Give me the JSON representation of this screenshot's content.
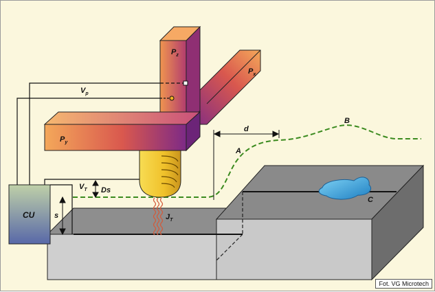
{
  "labels": {
    "pz": "P",
    "pz_sub": "z",
    "px": "P",
    "px_sub": "x",
    "py": "P",
    "py_sub": "y",
    "vp": "V",
    "vp_sub": "p",
    "vt": "V",
    "vt_sub": "T",
    "ds": "Ds",
    "s": "s",
    "jt": "J",
    "jt_sub": "T",
    "cu": "CU",
    "d": "d",
    "a": "A",
    "b": "B",
    "c": "C"
  },
  "credit": "Fot. VG Microtech",
  "colors": {
    "background": "#fbf7dd",
    "arm_light": "#f4a85a",
    "arm_dark": "#7d2a86",
    "probe": "#f3c92e",
    "controller_top": "#bfd0a8",
    "controller_bottom": "#5868a8",
    "profile_line": "#3a8a1e",
    "spot": "#2f9ad6",
    "sample_top": "#8e8e8e",
    "sample_front": "#c9c9c9",
    "sample_side": "#6d6d6d"
  }
}
